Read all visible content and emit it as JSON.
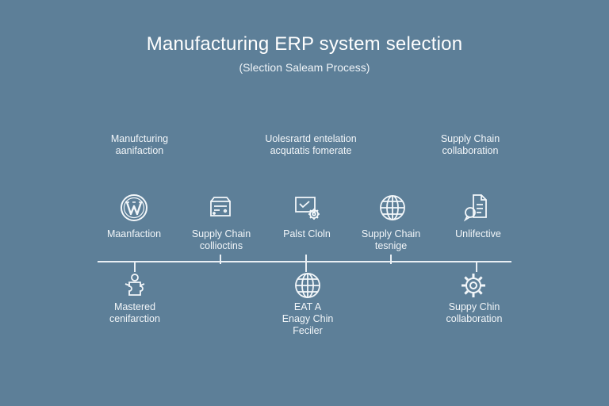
{
  "title": "Manufacturing ERP system selection",
  "subtitle": "(Slection Saleam Process)",
  "top_notes": [
    {
      "lines": [
        "Manufcturing",
        "aanifaction"
      ]
    },
    {
      "lines": [
        "Uolesrartd entelation",
        "acqutatis fomerate"
      ]
    },
    {
      "lines": [
        "Supply Chain",
        "collaboration"
      ]
    }
  ],
  "upper_nodes": [
    {
      "icon": "wordpress-icon",
      "lines": [
        "Maanfaction"
      ]
    },
    {
      "icon": "storage-box-icon",
      "lines": [
        "Supply Chain",
        "collioctins"
      ]
    },
    {
      "icon": "gear-screen-icon",
      "lines": [
        "Palst Cloln"
      ]
    },
    {
      "icon": "globe-icon",
      "lines": [
        "Supply Chain",
        "tesnige"
      ]
    },
    {
      "icon": "document-chat-icon",
      "lines": [
        "Unlifective"
      ]
    }
  ],
  "lower_nodes": [
    {
      "icon": "puzzle-person-icon",
      "lines": [
        "Mastered",
        "cenifarction"
      ]
    },
    {
      "icon": "globe-icon",
      "lines": [
        "EAT A",
        "Enagy Chin",
        "Feciler"
      ]
    },
    {
      "icon": "gear-icon",
      "lines": [
        "Suppy Chin",
        "collaboration"
      ]
    }
  ],
  "colors": {
    "background": "#5d7f98",
    "foreground": "#f3f7fa"
  }
}
